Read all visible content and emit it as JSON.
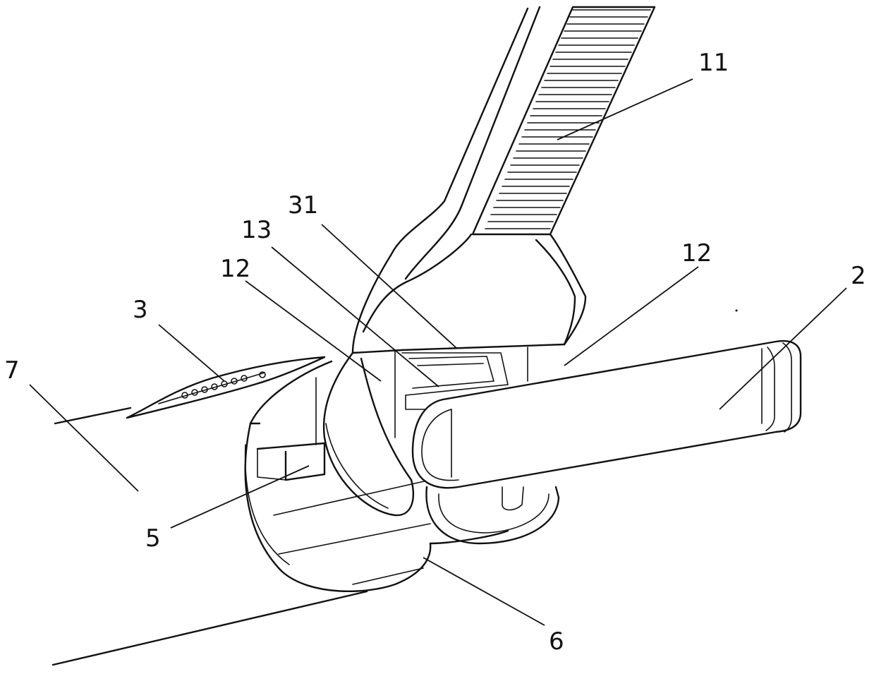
{
  "figure": {
    "labels": [
      {
        "id": "label-11",
        "text": "11"
      },
      {
        "id": "label-31",
        "text": "31"
      },
      {
        "id": "label-13",
        "text": "13"
      },
      {
        "id": "label-12-left",
        "text": "12"
      },
      {
        "id": "label-12-right",
        "text": "12"
      },
      {
        "id": "label-3",
        "text": "3"
      },
      {
        "id": "label-2",
        "text": "2"
      },
      {
        "id": "label-7",
        "text": "7"
      },
      {
        "id": "label-5",
        "text": "5"
      },
      {
        "id": "label-6",
        "text": "6"
      }
    ],
    "line_color": "#111111",
    "background": "#ffffff"
  }
}
